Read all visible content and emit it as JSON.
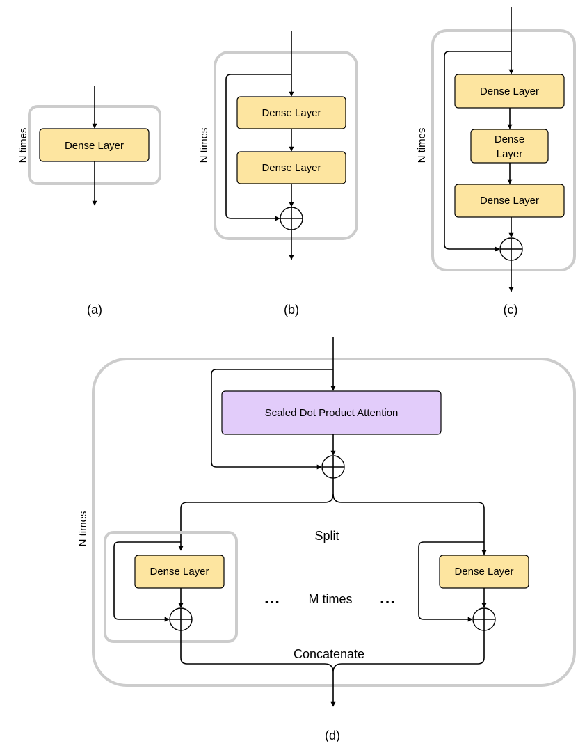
{
  "labels": {
    "dense_layer": "Dense Layer",
    "dense_line1": "Dense",
    "dense_line2": "Layer",
    "n_times": "N times",
    "attention": "Scaled Dot Product Attention",
    "split": "Split",
    "concatenate": "Concatenate",
    "m_times": "M times",
    "ellipsis": "…"
  },
  "captions": {
    "a": "(a)",
    "b": "(b)",
    "c": "(c)",
    "d": "(d)"
  },
  "colors": {
    "dense_fill": "#fde5a0",
    "attention_fill": "#e2ccfa",
    "frame_stroke": "#cccccc",
    "line": "#000000"
  }
}
